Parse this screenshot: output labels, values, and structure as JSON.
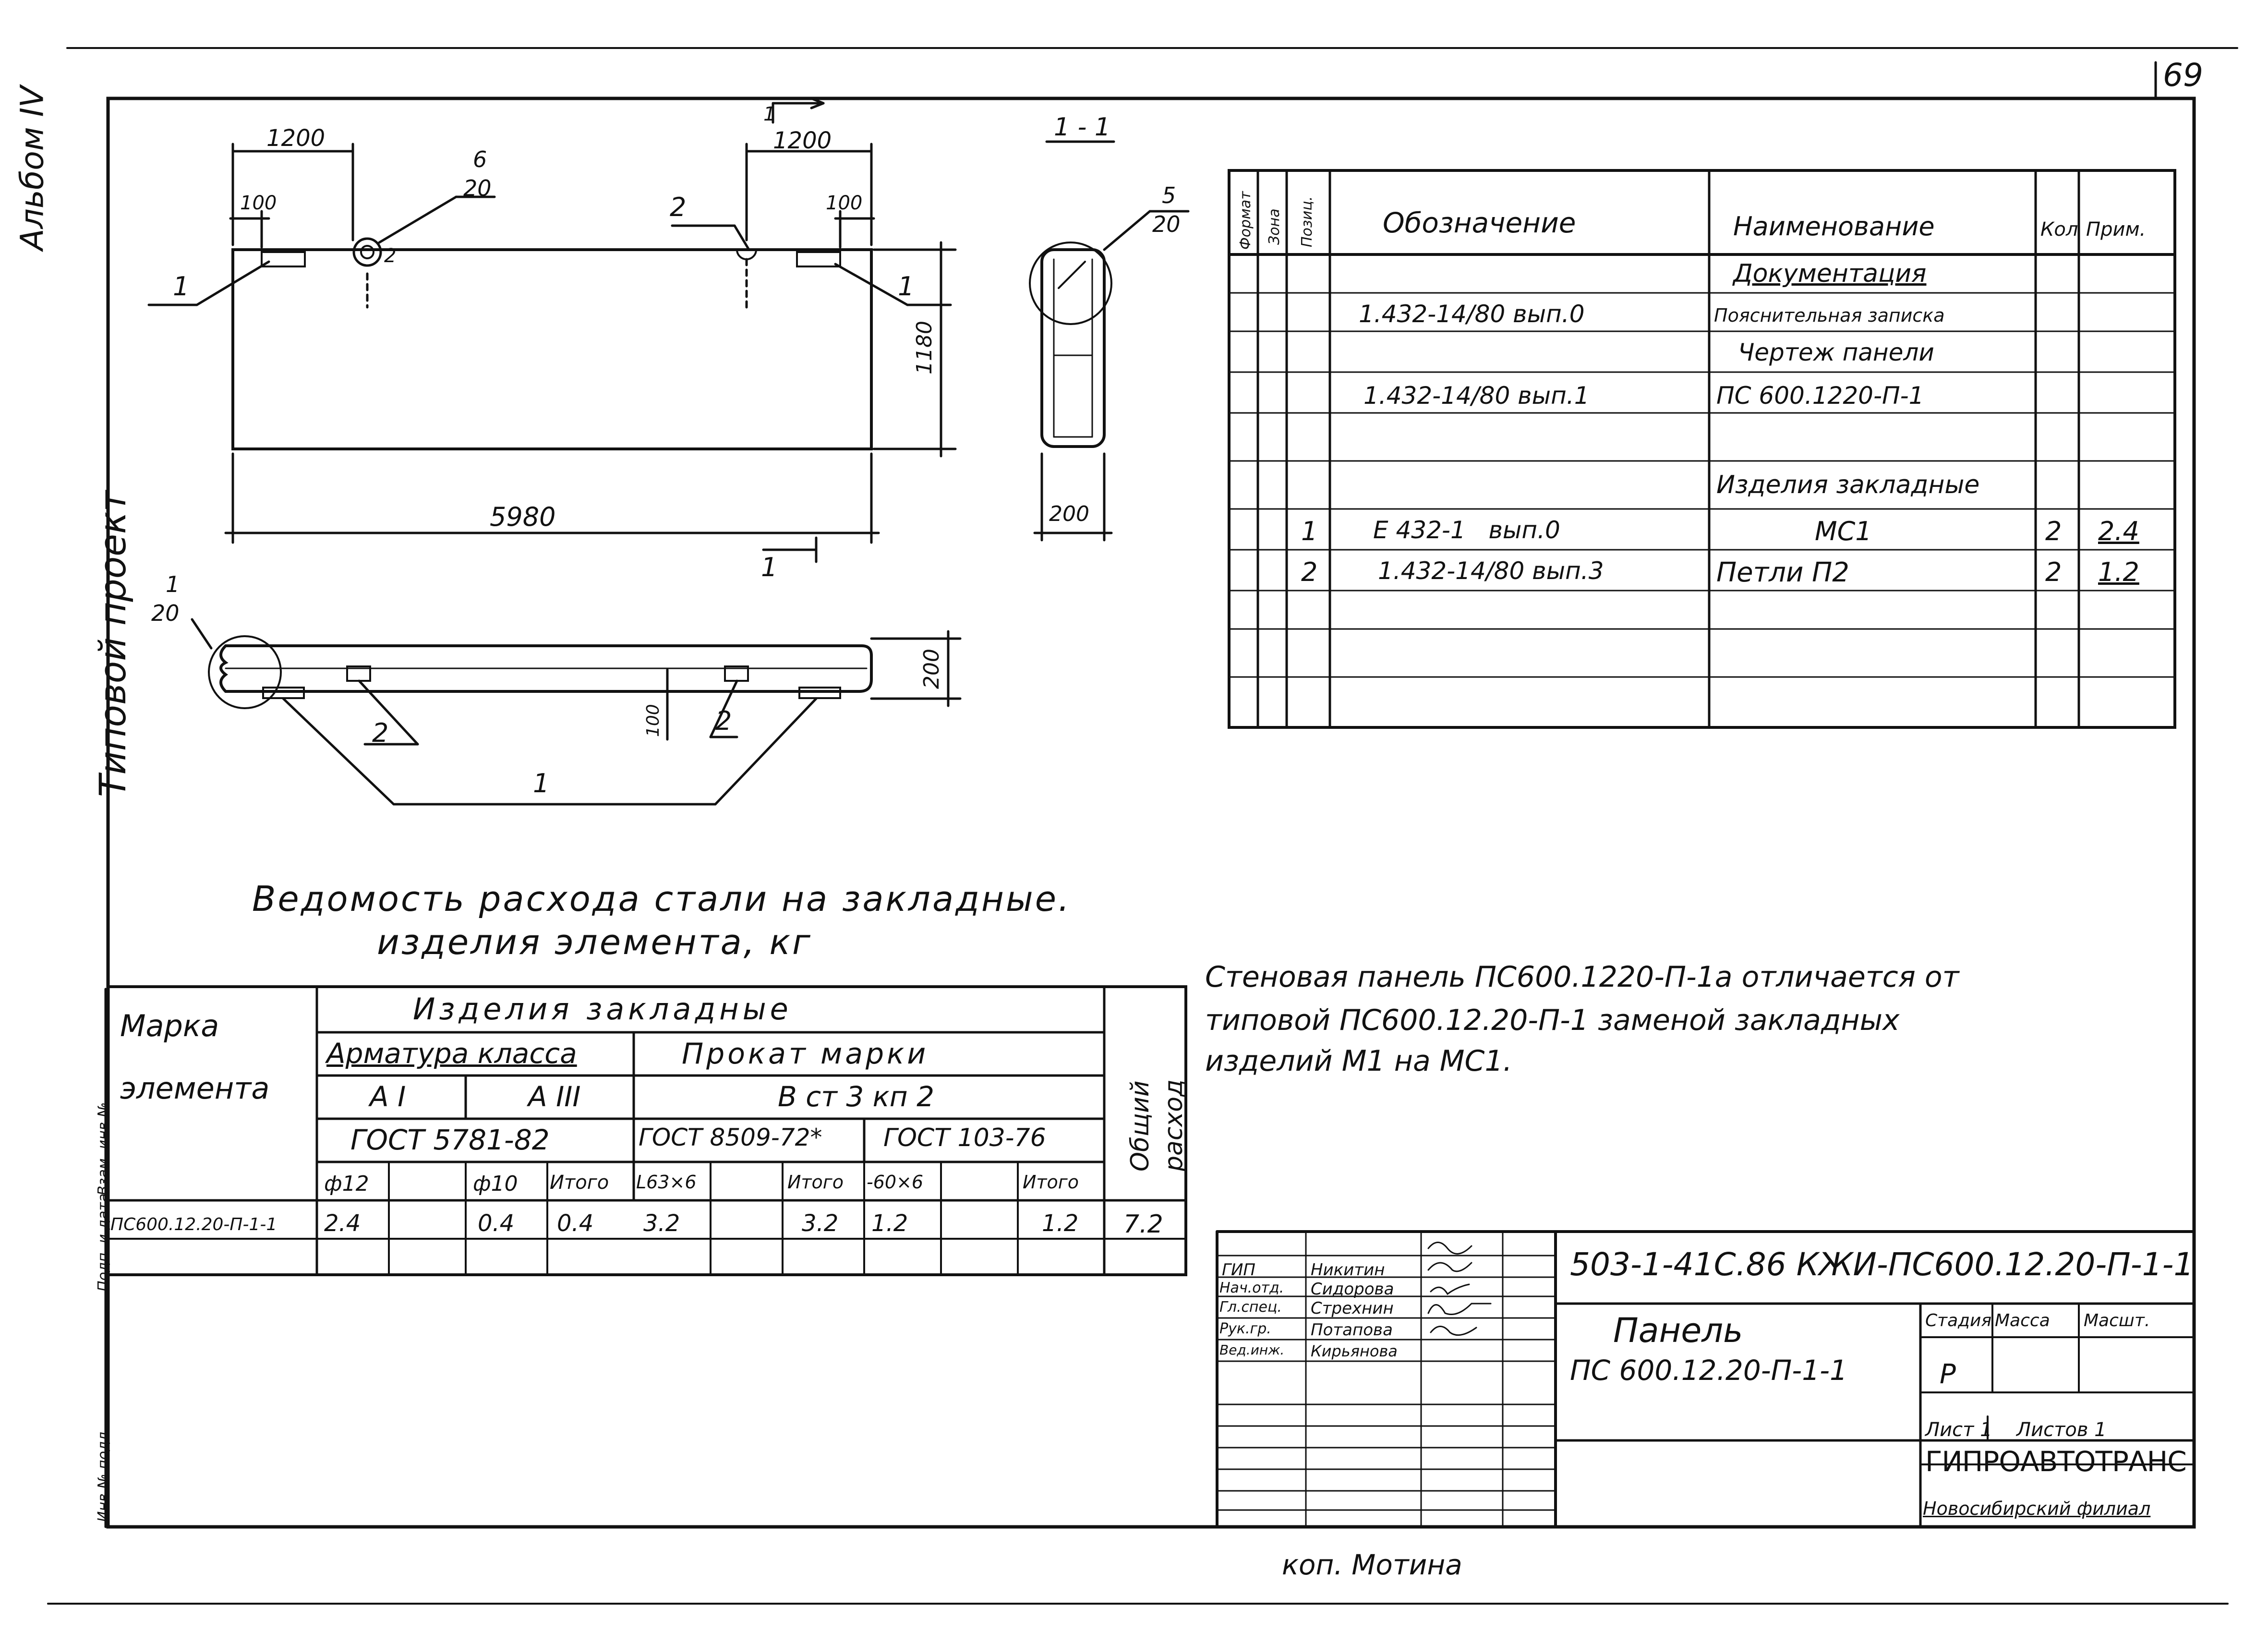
{
  "page_number": "69",
  "side_labels": {
    "album": "Альбом IV",
    "typical_project": "Типовой проект",
    "frame_cells": [
      "Инв.№ подл.",
      "Подп. и дата",
      "Взам. инв.№"
    ]
  },
  "drawing": {
    "dims": {
      "d1200_left": "1200",
      "d1200_right": "1200",
      "d100_left": "100",
      "d100_right": "100",
      "d5980": "5980",
      "d1180": "1180",
      "d200_section": "200",
      "d200_plan": "200",
      "d100_plan": "100"
    },
    "callouts": {
      "c6": "6",
      "c20_a": "20",
      "c5": "5",
      "c20_b": "20",
      "c1": "1",
      "c20_c": "20"
    },
    "positions": {
      "p1_left": "1",
      "p1_right": "1",
      "p2_loop_left": "2",
      "p2_loop_right": "2",
      "p2_plan_left": "2",
      "p2_plan_right": "2",
      "p1_plan": "1"
    },
    "section_marks": {
      "top": "1",
      "bottom": "1",
      "section_title": "1 - 1"
    }
  },
  "spec_table": {
    "headers": {
      "format": "Формат",
      "zone": "Зона",
      "position": "Позиц.",
      "designation": "Обозначение",
      "name": "Наименование",
      "qty": "Кол",
      "note": "Прим."
    },
    "rows": [
      {
        "pos": "",
        "designation": "",
        "name": "Документация",
        "qty": "",
        "note": ""
      },
      {
        "pos": "",
        "designation": "1.432-14/80 вып.0",
        "name": "Пояснительная записка",
        "qty": "",
        "note": ""
      },
      {
        "pos": "",
        "designation": "",
        "name": "Чертеж панели",
        "qty": "",
        "note": ""
      },
      {
        "pos": "",
        "designation": "1.432-14/80 вып.1",
        "name": "ПС 600.1220-П-1",
        "qty": "",
        "note": ""
      },
      {
        "pos": "",
        "designation": "",
        "name": "",
        "qty": "",
        "note": ""
      },
      {
        "pos": "",
        "designation": "",
        "name": "Изделия закладные",
        "qty": "",
        "note": ""
      },
      {
        "pos": "1",
        "designation": "Е 432-1   вып.0",
        "name": "МС1",
        "qty": "2",
        "note": "2.4"
      },
      {
        "pos": "2",
        "designation": "1.432-14/80 вып.3",
        "name": "Петли П2",
        "qty": "2",
        "note": "1.2"
      },
      {
        "pos": "",
        "designation": "",
        "name": "",
        "qty": "",
        "note": ""
      },
      {
        "pos": "",
        "designation": "",
        "name": "",
        "qty": "",
        "note": ""
      },
      {
        "pos": "",
        "designation": "",
        "name": "",
        "qty": "",
        "note": ""
      }
    ]
  },
  "steel_title": {
    "line1": "Ведомость расхода стали на закладные.",
    "line2": "изделия элемента, кг"
  },
  "steel_table": {
    "mark_header_1": "Марка",
    "mark_header_2": "элемента",
    "embedded": "Изделия закладные",
    "rebar_class": "Арматура класса",
    "rolled_grade": "Прокат марки",
    "a1": "А I",
    "a3": "А III",
    "steel": "В ст 3 кп 2",
    "gost1": "ГОСТ 5781-82",
    "gost2": "ГОСТ 8509-72*",
    "gost3": "ГОСТ 103-76",
    "total": "Общий расход",
    "subheaders": [
      "ф12",
      "",
      "ф10",
      "Итого",
      "L63×6",
      "",
      "Итого",
      "-60×6",
      "",
      "Итого"
    ],
    "row": {
      "mark": "ПС600.12.20-П-1-1",
      "values": [
        "2.4",
        "",
        "0.4",
        "0.4",
        "3.2",
        "",
        "3.2",
        "1.2",
        "",
        "1.2"
      ],
      "total": "7.2"
    }
  },
  "note": {
    "line1": "Стеновая панель ПС600.1220-П-1а отличается от",
    "line2": "типовой ПС600.12.20-П-1 заменой закладных",
    "line3": "изделий  М1 на МС1."
  },
  "title_block": {
    "code": "503-1-41С.86  КЖИ-ПС600.12.20-П-1-1",
    "name_line1": "Панель",
    "name_line2": "ПС 600.12.20-П-1-1",
    "stage_label": "Стадия",
    "mass_label": "Масса",
    "scale_label": "Масшт.",
    "stage": "Р",
    "sheet": "Лист 1",
    "sheets": "Листов 1",
    "org": "ГИПРОАВТОТРАНС",
    "branch": "Новосибирский филиал",
    "staff": [
      {
        "role": "ГИП",
        "name": "Никитин"
      },
      {
        "role": "Нач.отд.",
        "name": "Сидорова"
      },
      {
        "role": "Гл.спец.",
        "name": "Стрехнин"
      },
      {
        "role": "Рук.гр.",
        "name": "Потапова"
      },
      {
        "role": "Вед.инж.",
        "name": "Кирьянова"
      }
    ]
  },
  "footer": {
    "copied": "коп. Мотина"
  }
}
